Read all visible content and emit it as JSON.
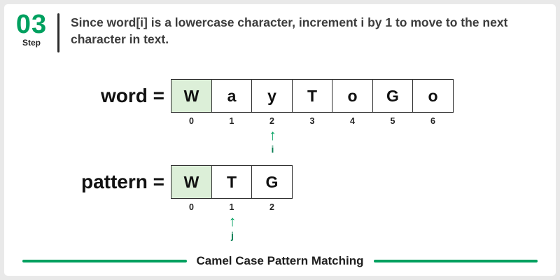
{
  "colors": {
    "accent": "#00a05f",
    "highlight": "#dcefd8"
  },
  "header": {
    "step_number": "03",
    "step_label": "Step",
    "description": "Since word[i] is a lowercase character, increment i by 1 to move to the next character in text."
  },
  "word_row": {
    "label": "word =",
    "cells": [
      "W",
      "a",
      "y",
      "T",
      "o",
      "G",
      "o"
    ],
    "indices": [
      "0",
      "1",
      "2",
      "3",
      "4",
      "5",
      "6"
    ],
    "highlighted_cell": 0,
    "pointer": {
      "index": 2,
      "label": "i"
    }
  },
  "pattern_row": {
    "label": "pattern =",
    "cells": [
      "W",
      "T",
      "G"
    ],
    "indices": [
      "0",
      "1",
      "2"
    ],
    "highlighted_cell": 0,
    "pointer": {
      "index": 1,
      "label": "j"
    }
  },
  "footer": {
    "title": "Camel Case Pattern Matching"
  }
}
